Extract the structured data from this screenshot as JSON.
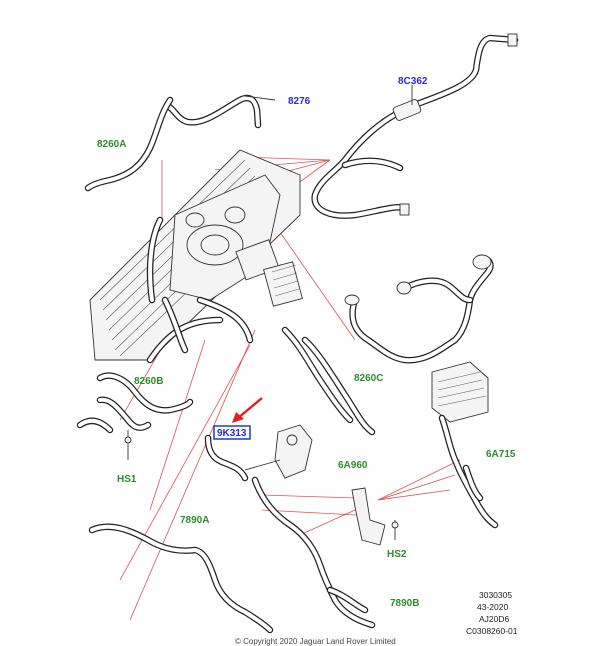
{
  "callouts": {
    "c8276": "8276",
    "c8C362": "8C362",
    "c8260A": "8260A",
    "c8260B": "8260B",
    "c8260C": "8260C",
    "c9K313": "9K313",
    "c6A960": "6A960",
    "c6A715": "6A715",
    "cHS1": "HS1",
    "cHS2": "HS2",
    "c7890A": "7890A",
    "c7890B": "7890B"
  },
  "reference": {
    "line1": "3030305",
    "line2": "43-2020",
    "line3": "AJ20D6",
    "line4": "C0308260-01"
  },
  "copyright": "© Copyright 2020 Jaguar Land Rover Limited",
  "colors": {
    "callout_green": "#2e8b2e",
    "callout_blue": "#2a2ae0",
    "leader_red": "#e05050",
    "highlight_box": "#1a3fd0",
    "arrow_red": "#e02020"
  }
}
